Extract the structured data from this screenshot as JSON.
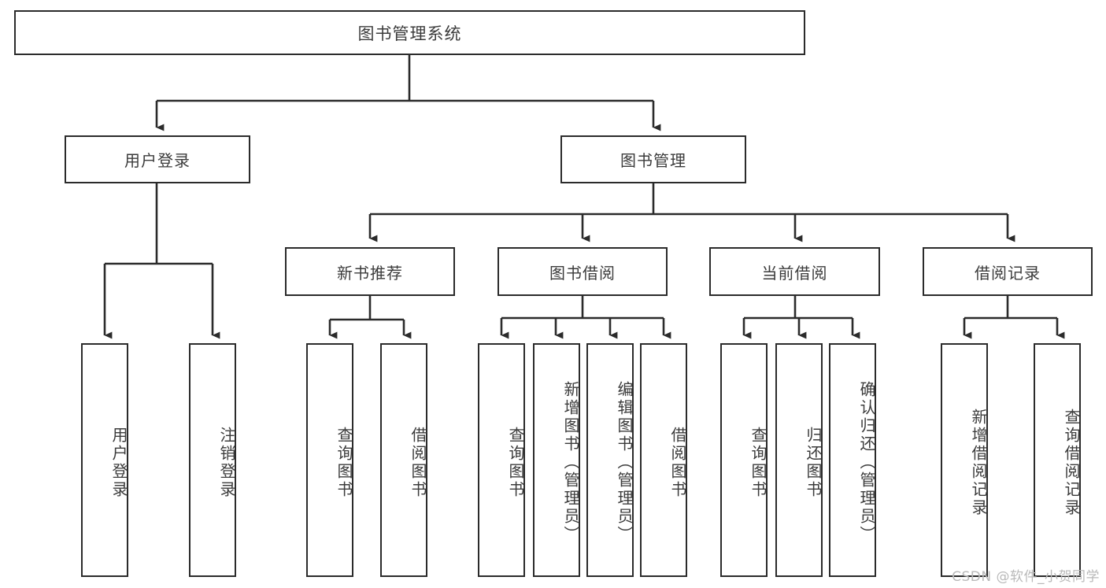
{
  "diagram": {
    "title": "图书管理系统",
    "type": "tree-hierarchy",
    "watermark": "CSDN @软件_小贺同学",
    "line_color": "#2b2b2b",
    "text_color": "#3b3b3b",
    "background_color": "#ffffff"
  },
  "root": {
    "label": "图书管理系统"
  },
  "level1": [
    {
      "label": "用户登录"
    },
    {
      "label": "图书管理"
    }
  ],
  "level2": [
    {
      "label": "新书推荐"
    },
    {
      "label": "图书借阅"
    },
    {
      "label": "当前借阅"
    },
    {
      "label": "借阅记录"
    }
  ],
  "leaves": {
    "user_login": [
      {
        "label": "用户登录"
      },
      {
        "label": "注销登录"
      }
    ],
    "new_book_recommend": [
      {
        "label": "查询图书"
      },
      {
        "label": "借阅图书"
      }
    ],
    "book_borrow": [
      {
        "label": "查询图书"
      },
      {
        "label": "新增图书（管理员）"
      },
      {
        "label": "编辑图书（管理员）"
      },
      {
        "label": "借阅图书"
      }
    ],
    "current_borrow": [
      {
        "label": "查询图书"
      },
      {
        "label": "归还图书"
      },
      {
        "label": "确认归还（管理员）"
      }
    ],
    "borrow_record": [
      {
        "label": "新增借阅记录"
      },
      {
        "label": "查询借阅记录"
      }
    ]
  }
}
